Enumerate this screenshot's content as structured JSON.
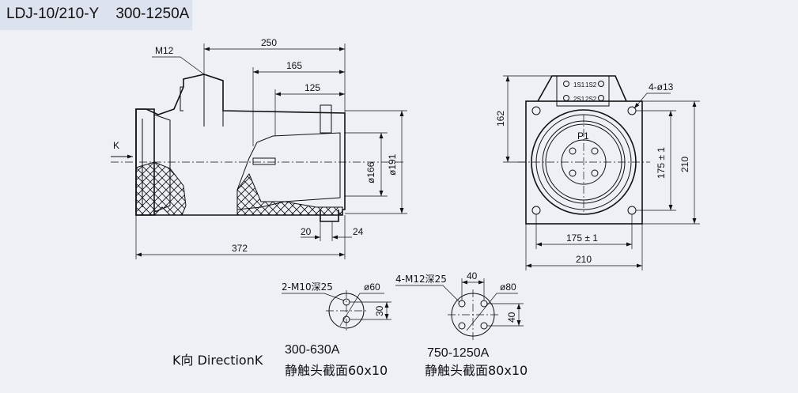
{
  "title": {
    "model": "LDJ-10/210-Y",
    "range": "300-1250A"
  },
  "side_view": {
    "dim_thread": "M12",
    "dim_250": "250",
    "dim_165": "165",
    "dim_125": "125",
    "label_k": "K",
    "dim_d166": "ø166",
    "dim_d191": "ø191",
    "dim_20": "20",
    "dim_24": "24",
    "dim_372": "372"
  },
  "front_view": {
    "dim_162": "162",
    "dim_holes": "4-ø13",
    "terminal_1": "1S1",
    "terminal_2": "1S2",
    "terminal_3": "2S1",
    "terminal_4": "2S2",
    "label_p1": "P1",
    "dim_175_v": "175 ± 1",
    "dim_210_v": "210",
    "dim_175_h": "175 ± 1",
    "dim_210_h": "210"
  },
  "detail_small": {
    "thread": "2-M10深25",
    "dia": "ø60",
    "dim": "30",
    "current": "300-630A",
    "section": "静触头截面60x10"
  },
  "detail_large": {
    "thread": "4-M12深25",
    "dim_top": "40",
    "dia": "ø80",
    "dim_side": "40",
    "current": "750-1250A",
    "section": "静触头截面80x10"
  },
  "caption": "K向 DirectionK"
}
